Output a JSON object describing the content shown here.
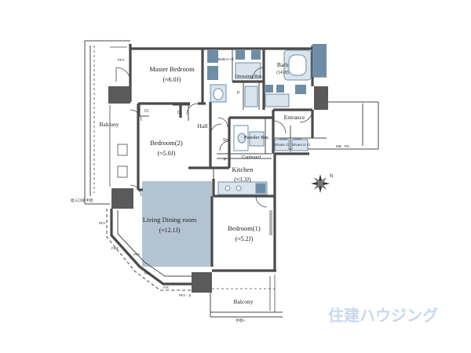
{
  "rooms": {
    "master_bedroom": {
      "name": "Master Bedroom",
      "size": "(≈6.0J)"
    },
    "bedroom2": {
      "name": "Bedroom(2)",
      "size": "(≈5.0J)"
    },
    "living_dining": {
      "name": "Living Dining room",
      "size": "(≈12.1J)"
    },
    "bedroom1": {
      "name": "Bedroom(1)",
      "size": "(≈5.2J)"
    },
    "kitchen": {
      "name": "Kitchen",
      "size": "(≈3.3J)"
    },
    "bath": {
      "name": "Bath",
      "size": "(1418)"
    },
    "hall": {
      "name": "Hall"
    },
    "entrance": {
      "name": "Entrance"
    },
    "powder_room": {
      "name": "Powder Rm."
    },
    "dressing_room": {
      "name": "Dressing Rm."
    },
    "balcony_west": {
      "name": "Balcony"
    },
    "balcony_south": {
      "name": "Balcony"
    },
    "cupboard": {
      "name": "Cupboard"
    }
  },
  "small_labels": {
    "cl_master": "Cl.",
    "cl_bed2": "Cl.",
    "wic": "Walk-in Cl.",
    "shoes_cl": "Shoes Cl.",
    "shoes_in_cl": "Shoes in Cl.",
    "sto": "Sto.",
    "p_kitchen": "P",
    "p_dressing": "P",
    "mb_ps": "MB · PS",
    "ac_note": "給入口排 手摺",
    "pfa_1": "PFA",
    "pfa_2": "PFA",
    "pfa_3": "PFA",
    "pfa_4": "PFA · S",
    "fiw": "FIW",
    "fix_1": "FIX",
    "fix_2": "FIX",
    "bottom_note": "手摺A"
  },
  "watermark": "住建ハウジング",
  "colors": {
    "wall": "#4a4a4a",
    "ldk_fill": "#b4c3d2",
    "fixture": "#6e8ea8",
    "fixture_light": "#d9e4ed",
    "watermark": "#c9d8ec"
  }
}
